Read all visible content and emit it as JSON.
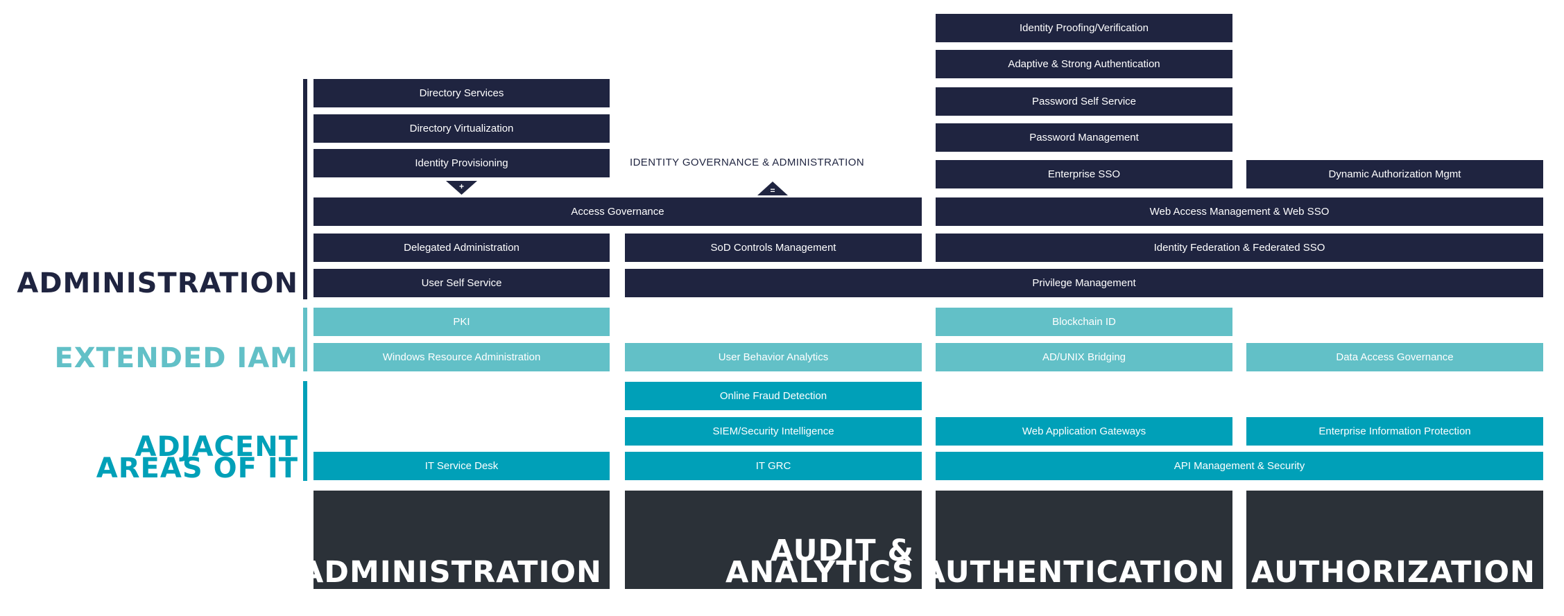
{
  "side_labels": {
    "administration": "ADMINISTRATION",
    "extended_iam": "EXTENDED IAM",
    "adjacent": "ADJACENT\nAREAS OF IT"
  },
  "columns": {
    "administration": "ADMINISTRATION",
    "audit": "AUDIT &\nANALYTICS",
    "authentication": "AUTHENTICATION",
    "authorization": "AUTHORIZATION"
  },
  "iga": {
    "label": "IDENTITY GOVERNANCE & ADMINISTRATION",
    "plus": "+",
    "equals": "="
  },
  "administration_items": {
    "directory_services": "Directory  Services",
    "directory_virtualization": "Directory  Virtualization",
    "identity_provisioning": "Identity Provisioning",
    "access_governance": "Access Governance",
    "delegated_administration": "Delegated Administration",
    "sod_controls": "SoD Controls Management",
    "user_self_service": "User Self Service"
  },
  "authentication_items": {
    "identity_proofing": "Identity Proofing/Verification",
    "adaptive_auth": "Adaptive & Strong Authentication",
    "password_self_service": "Password Self Service",
    "password_management": "Password Management",
    "enterprise_sso": "Enterprise SSO",
    "dynamic_authz": "Dynamic Authorization Mgmt",
    "web_access_mgmt": "Web Access Management & Web SSO",
    "identity_federation": "Identity Federation & Federated SSO",
    "privilege_management": "Privilege Management"
  },
  "extended_items": {
    "pki": "PKI",
    "blockchain_id": "Blockchain ID",
    "windows_resource": "Windows Resource Administration",
    "user_behavior": "User Behavior Analytics",
    "ad_unix": "AD/UNIX Bridging",
    "data_access_gov": "Data Access Governance"
  },
  "adjacent_items": {
    "online_fraud": "Online Fraud Detection",
    "siem": "SIEM/Security Intelligence",
    "web_app_gateways": "Web Application Gateways",
    "enterprise_info_protection": "Enterprise Information Protection",
    "it_service_desk": "IT Service Desk",
    "it_grc": "IT GRC",
    "api_management": "API Management & Security"
  },
  "colors": {
    "navy": "#1f2440",
    "light_teal": "#62c0c7",
    "teal": "#00a0b8",
    "dark_gray": "#2b3138"
  }
}
